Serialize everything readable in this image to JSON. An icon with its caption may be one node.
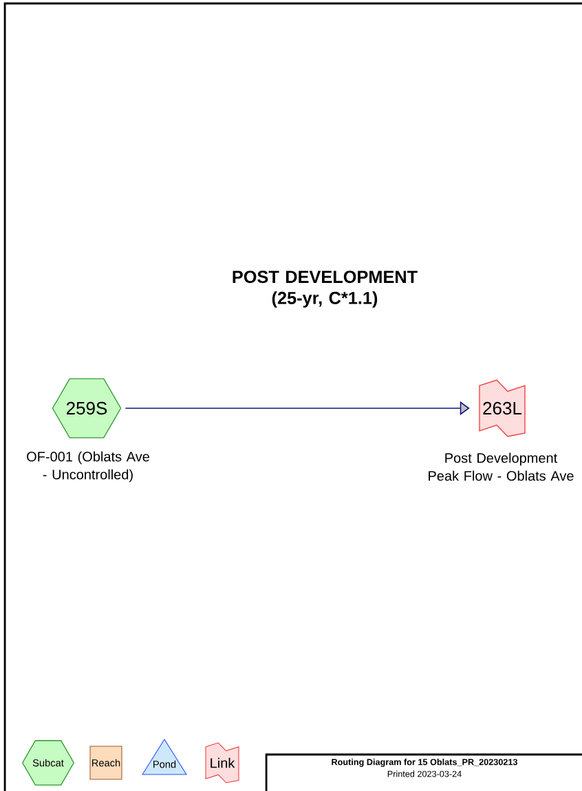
{
  "diagram": {
    "title": "POST DEVELOPMENT (25-yr, C*1.1)",
    "nodes": [
      {
        "text": [
          "259S"
        ],
        "beside": [
          "OF-001 (Oblats Ave - Uncontrolled)"
        ]
      },
      {
        "text": [
          "263L"
        ],
        "beside": [
          "Post Development Peak Flow - Oblats Ave"
        ]
      }
    ],
    "edges": [
      {
        "from": 0,
        "to": 1,
        "arrow": "to"
      }
    ],
    "labels": [
      "Routing Diagram for 15 Oblats_PR_20230213",
      "Printed 2023-03-24"
    ],
    "legend": [
      {
        "text": "Subcat"
      },
      {
        "text": "Reach"
      },
      {
        "text": "Pond"
      },
      {
        "text": "Link"
      }
    ]
  }
}
